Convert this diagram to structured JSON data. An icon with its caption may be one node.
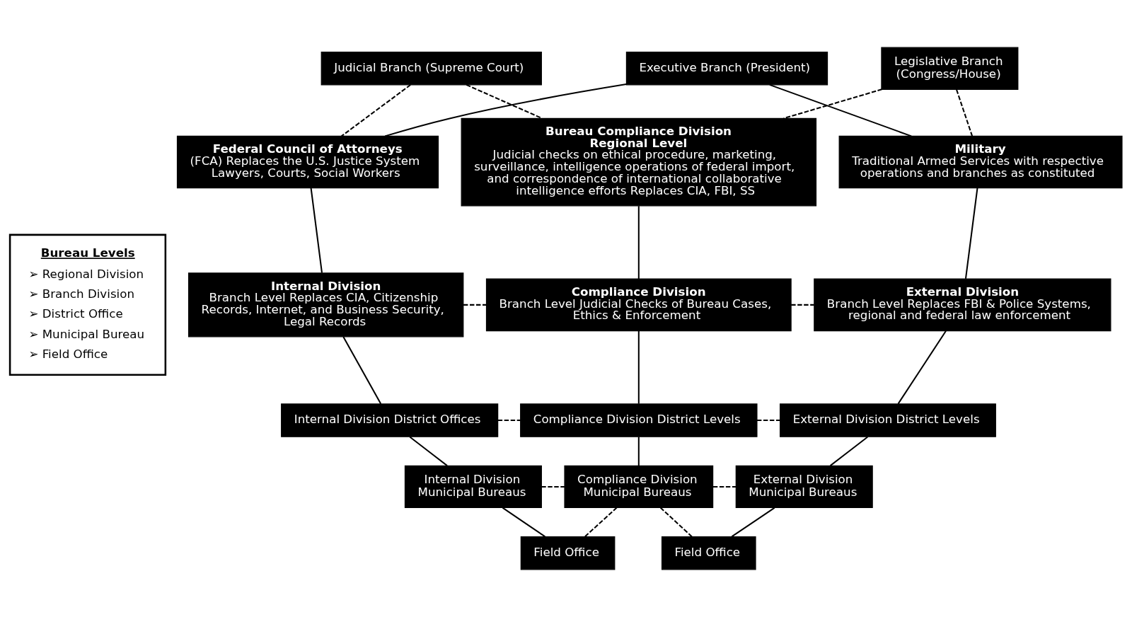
{
  "diagram": {
    "nodes": [
      {
        "text": [
          "Judicial Branch (Supreme Court)"
        ]
      },
      {
        "text": [
          "Executive Branch (President)"
        ]
      },
      {
        "text": [
          "Legislative Branch (Congress/House)"
        ]
      },
      {
        "text": [
          "Federal Council of Attorneys",
          "(FCA) Replaces the U.S. Justice System Lawyers, Courts, Social Workers"
        ]
      },
      {
        "text": [
          "Bureau Compliance Division Regional Level",
          "Judicial checks on ethical procedure, marketing, surveillance, intelligence operations of federal import, and correspondence of international collaborative intelligence efforts Replaces CIA, FBI, SS"
        ]
      },
      {
        "text": [
          "Military",
          "Traditional Armed Services with respective operations and branches as constituted"
        ]
      },
      {
        "text": [
          "Internal Division",
          "Branch Level Replaces CIA, Citizenship Records, Internet, and Business Security, Legal Records"
        ]
      },
      {
        "text": [
          "Compliance Division",
          "Branch Level Judicial Checks of Bureau Cases, Ethics & Enforcement"
        ]
      },
      {
        "text": [
          "External Division",
          "Branch Level Replaces FBI & Police Systems, regional and federal law enforcement"
        ]
      },
      {
        "text": [
          "Internal Division District Offices"
        ]
      },
      {
        "text": [
          "Compliance Division District Levels"
        ]
      },
      {
        "text": [
          "External Division District Levels"
        ]
      },
      {
        "text": [
          "Internal Division Municipal Bureaus"
        ]
      },
      {
        "text": [
          "Compliance Division Municipal Bureaus"
        ]
      },
      {
        "text": [
          "External Division Municipal Bureaus"
        ]
      },
      {
        "text": [
          "Field Office"
        ]
      },
      {
        "text": [
          "Field Office"
        ]
      },
      {
        "text": [
          "Bureau Levels",
          "➢ Regional Division",
          "➢ Branch Division",
          "➢ District Office",
          "➢ Municipal Bureau",
          "➢ Field Office"
        ]
      }
    ],
    "edges": [
      {
        "from": 1,
        "to": 3,
        "arrow": "none"
      },
      {
        "from": 1,
        "to": 5,
        "arrow": "none"
      },
      {
        "from": 0,
        "to": 3,
        "arrow": "none",
        "style": "dashed"
      },
      {
        "from": 0,
        "to": 4,
        "arrow": "none",
        "style": "dashed"
      },
      {
        "from": 2,
        "to": 4,
        "arrow": "none",
        "style": "dashed"
      },
      {
        "from": 2,
        "to": 5,
        "arrow": "none",
        "style": "dashed"
      },
      {
        "from": 3,
        "to": 6,
        "arrow": "none"
      },
      {
        "from": 4,
        "to": 7,
        "arrow": "none"
      },
      {
        "from": 5,
        "to": 8,
        "arrow": "none"
      },
      {
        "from": 6,
        "to": 7,
        "arrow": "none",
        "style": "dashed"
      },
      {
        "from": 7,
        "to": 8,
        "arrow": "none",
        "style": "dashed"
      },
      {
        "from": 6,
        "to": 9,
        "arrow": "none"
      },
      {
        "from": 7,
        "to": 10,
        "arrow": "none"
      },
      {
        "from": 8,
        "to": 11,
        "arrow": "none"
      },
      {
        "from": 9,
        "to": 10,
        "arrow": "none",
        "style": "dashed"
      },
      {
        "from": 10,
        "to": 11,
        "arrow": "none",
        "style": "dashed"
      },
      {
        "from": 9,
        "to": 12,
        "arrow": "none"
      },
      {
        "from": 10,
        "to": 13,
        "arrow": "none"
      },
      {
        "from": 11,
        "to": 14,
        "arrow": "none"
      },
      {
        "from": 12,
        "to": 13,
        "arrow": "none",
        "style": "dashed"
      },
      {
        "from": 13,
        "to": 14,
        "arrow": "none",
        "style": "dashed"
      },
      {
        "from": 12,
        "to": 15,
        "arrow": "none"
      },
      {
        "from": 14,
        "to": 16,
        "arrow": "none"
      },
      {
        "from": 13,
        "to": 15,
        "arrow": "none",
        "style": "dashed"
      },
      {
        "from": 13,
        "to": 16,
        "arrow": "none",
        "style": "dashed"
      }
    ]
  }
}
